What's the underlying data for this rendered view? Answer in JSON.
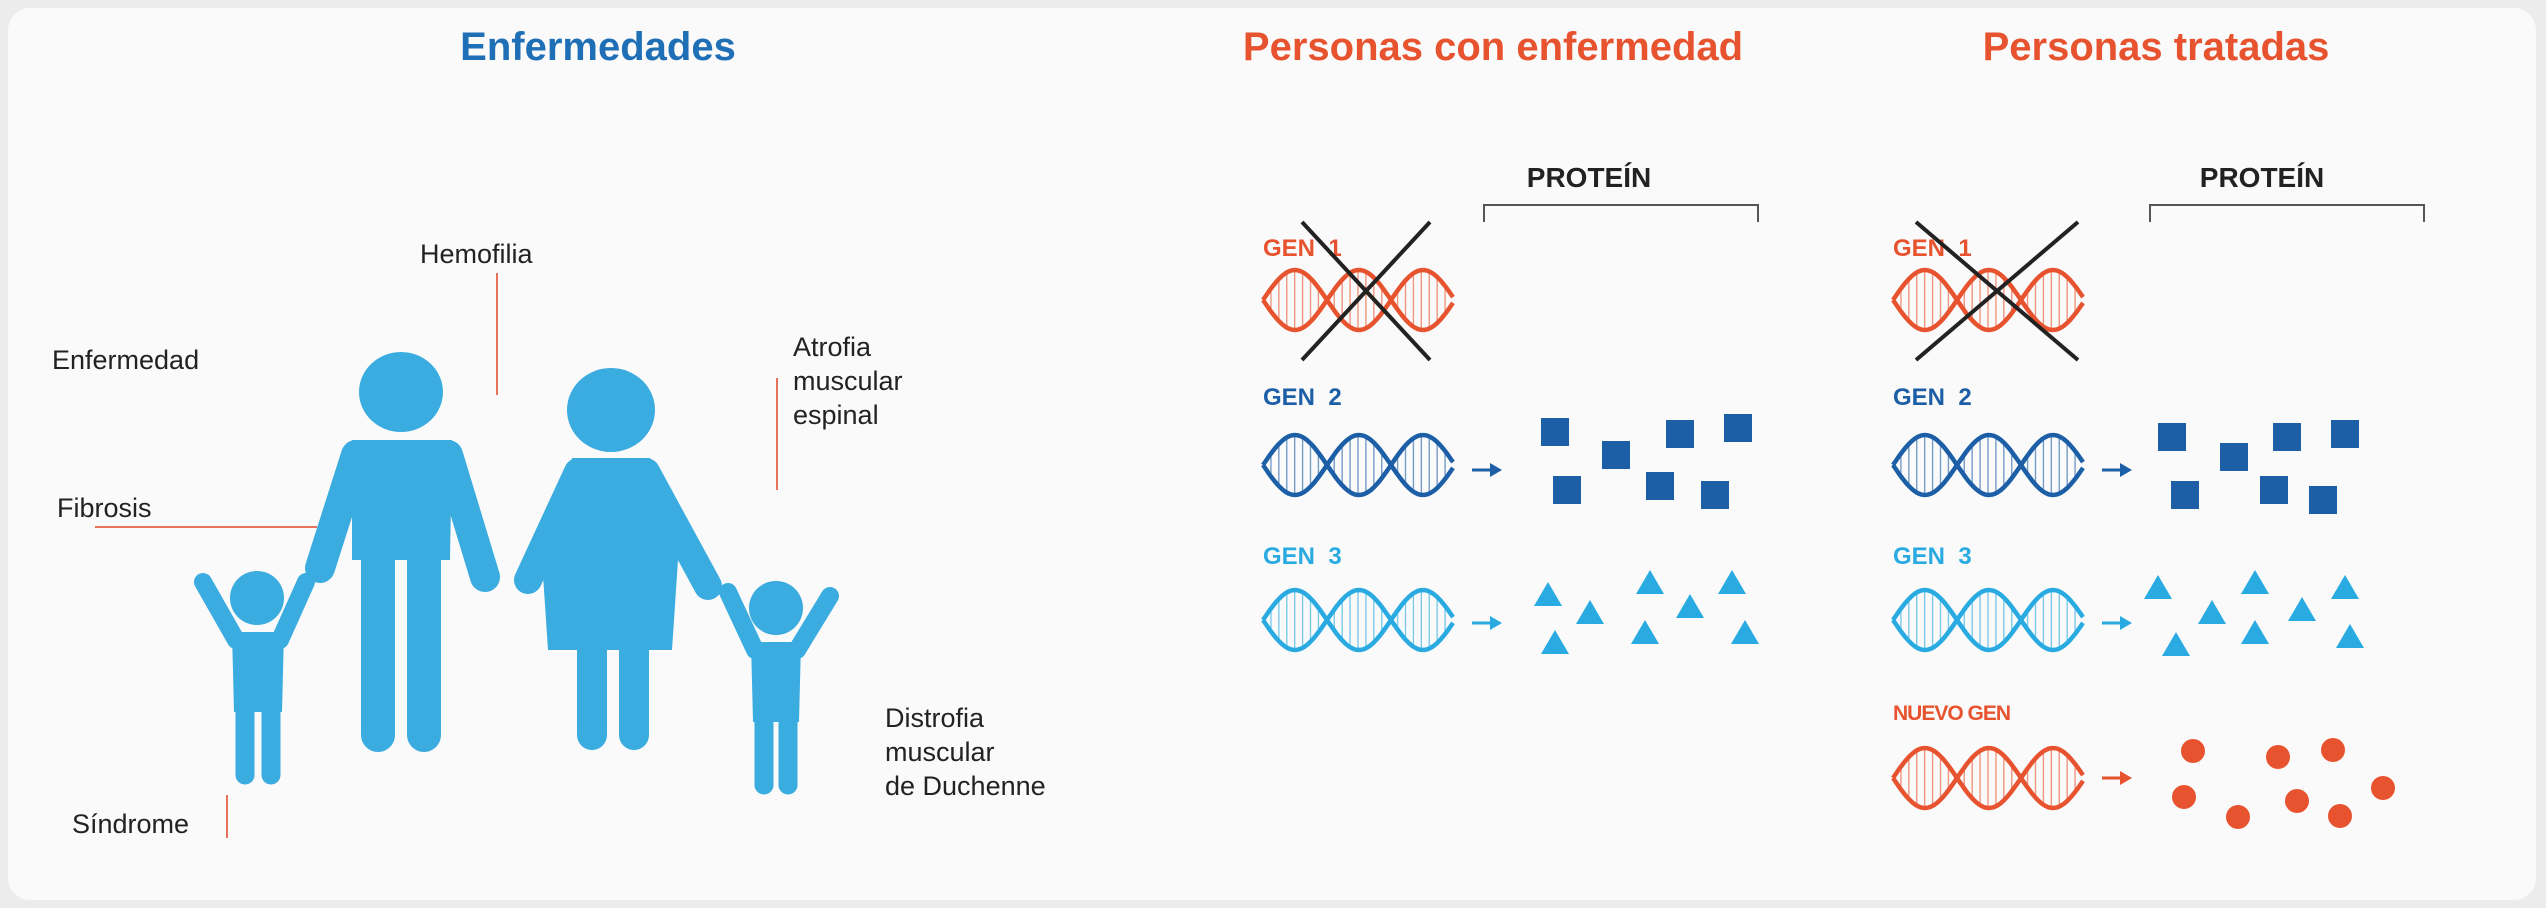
{
  "titles": {
    "diseases": "Enfermedades",
    "sick_people": "Personas con enfermedad",
    "treated_people": "Personas tratadas"
  },
  "disease_labels": {
    "enfermedad": "Enfermedad",
    "hemofilia": "Hemofilia",
    "atrofia": [
      "Atrofia",
      "muscular",
      "espinal"
    ],
    "fibrosis": "Fibrosis",
    "distrofia": [
      "Distrofia",
      "muscular",
      "de Duchenne"
    ],
    "sindrome": "Síndrome"
  },
  "protein_label": "PROTEÍN",
  "genes": {
    "gen1": "GEN  1",
    "gen2": "GEN  2",
    "gen3": "GEN  3",
    "nuevo": "NUEVO GEN"
  },
  "colors": {
    "blue_title": "#1f6fb6",
    "orange": "#e8532f",
    "dark_blue": "#1d5fa6",
    "light_blue": "#29abe2",
    "figure_blue": "#3aace0",
    "leader": "#e8735a",
    "cross": "#222222"
  }
}
